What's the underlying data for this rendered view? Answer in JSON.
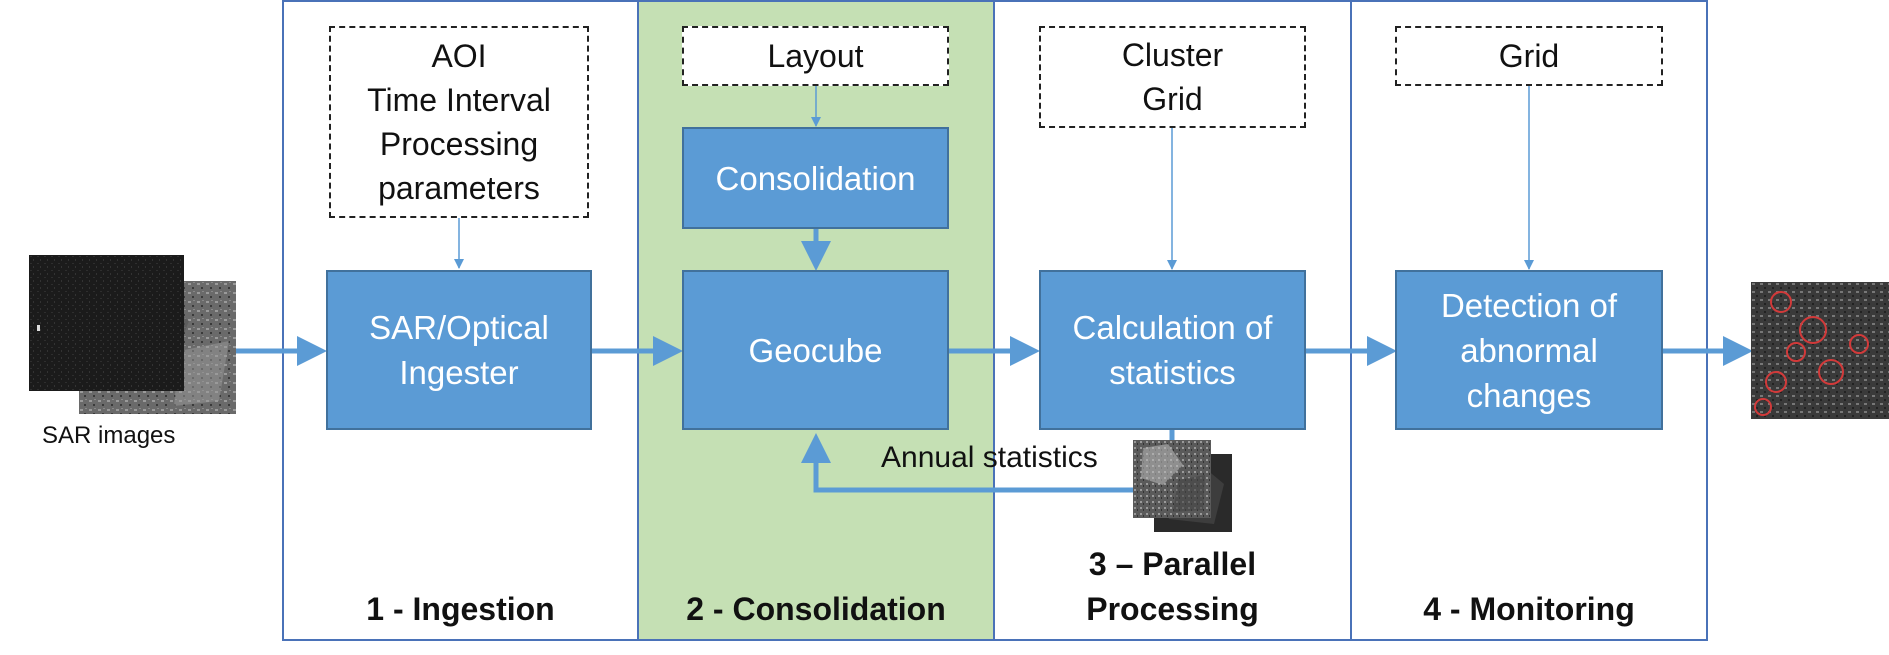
{
  "input": {
    "label": "SAR images"
  },
  "stages": [
    {
      "title_lines": [
        "1 - Ingestion"
      ],
      "params": [
        "AOI",
        "Time Interval",
        "Processing",
        "parameters"
      ],
      "process": [
        "SAR/Optical",
        "Ingester"
      ]
    },
    {
      "title_lines": [
        "2 - Consolidation"
      ],
      "params": [
        "Layout"
      ],
      "consolidation": [
        "Consolidation"
      ],
      "process": [
        "Geocube"
      ]
    },
    {
      "title_lines": [
        "3 – Parallel",
        "Processing"
      ],
      "params": [
        "Cluster",
        "Grid"
      ],
      "process": [
        "Calculation of",
        "statistics"
      ]
    },
    {
      "title_lines": [
        "4 - Monitoring"
      ],
      "params": [
        "Grid"
      ],
      "process": [
        "Detection of",
        "abnormal",
        "changes"
      ]
    }
  ],
  "feedback": {
    "label": "Annual statistics"
  },
  "colors": {
    "process_fill": "#5b9bd5",
    "stage_border": "#4a72b8",
    "consolidation_bg": "#c5e0b4",
    "arrow": "#5b9bd5"
  }
}
